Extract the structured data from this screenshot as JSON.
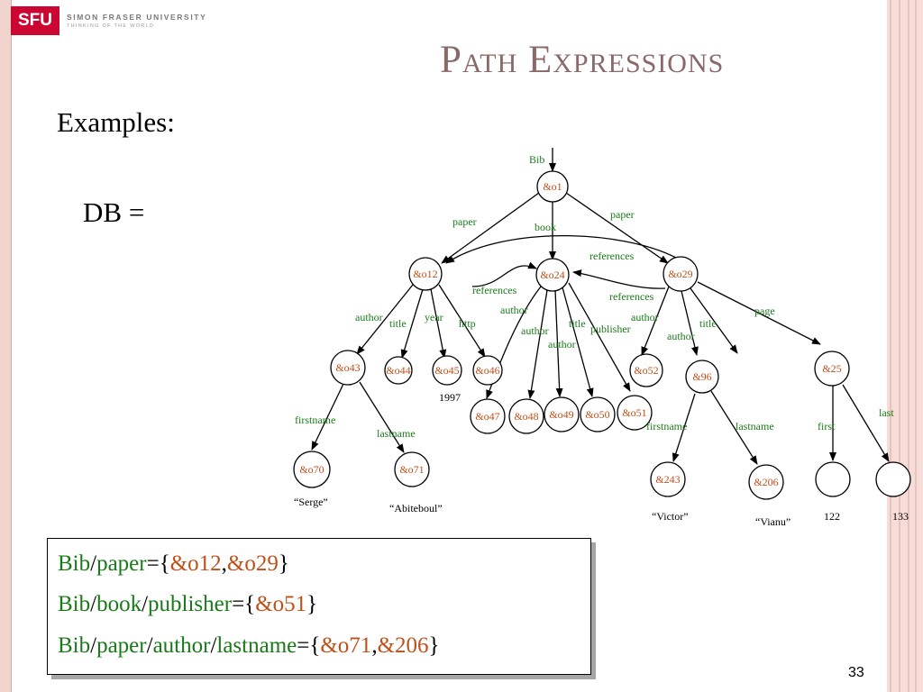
{
  "header": {
    "logo_mark": "SFU",
    "logo_line1": "SIMON FRASER UNIVERSITY",
    "logo_line2": "THINKING OF THE WORLD"
  },
  "title": "Path Expressions",
  "examples_label": "Examples:",
  "db_label": "DB =",
  "graph": {
    "root_label": "Bib",
    "nodes": [
      {
        "id": "o1",
        "label": "&o1"
      },
      {
        "id": "o12",
        "label": "&o12"
      },
      {
        "id": "o24",
        "label": "&o24"
      },
      {
        "id": "o29",
        "label": "&o29"
      },
      {
        "id": "o43",
        "label": "&o43"
      },
      {
        "id": "o44",
        "label": "&o44"
      },
      {
        "id": "o45",
        "label": "&o45"
      },
      {
        "id": "o46",
        "label": "&o46"
      },
      {
        "id": "o52",
        "label": "&o52"
      },
      {
        "id": "n96",
        "label": "&96"
      },
      {
        "id": "n25",
        "label": "&25"
      },
      {
        "id": "o47",
        "label": "&o47"
      },
      {
        "id": "o48",
        "label": "&o48"
      },
      {
        "id": "o49",
        "label": "&o49"
      },
      {
        "id": "o50",
        "label": "&o50"
      },
      {
        "id": "o51",
        "label": "&o51"
      },
      {
        "id": "o70",
        "label": "&o70"
      },
      {
        "id": "o71",
        "label": "&o71"
      },
      {
        "id": "n243",
        "label": "&243"
      },
      {
        "id": "n206",
        "label": "&206"
      },
      {
        "id": "leaf122",
        "label": ""
      },
      {
        "id": "leaf133",
        "label": ""
      }
    ],
    "edge_labels": [
      {
        "id": "paper1",
        "text": "paper"
      },
      {
        "id": "book",
        "text": "book"
      },
      {
        "id": "paper2",
        "text": "paper"
      },
      {
        "id": "ref1",
        "text": "references"
      },
      {
        "id": "ref2",
        "text": "references"
      },
      {
        "id": "ref3",
        "text": "references"
      },
      {
        "id": "author1",
        "text": "author"
      },
      {
        "id": "title1",
        "text": "title"
      },
      {
        "id": "year",
        "text": "year"
      },
      {
        "id": "http",
        "text": "http"
      },
      {
        "id": "author2",
        "text": "author"
      },
      {
        "id": "author3",
        "text": "author"
      },
      {
        "id": "author4",
        "text": "author"
      },
      {
        "id": "title2",
        "text": "title"
      },
      {
        "id": "publisher",
        "text": "publisher"
      },
      {
        "id": "author5",
        "text": "author"
      },
      {
        "id": "author6",
        "text": "author"
      },
      {
        "id": "title3",
        "text": "title"
      },
      {
        "id": "page",
        "text": "page"
      },
      {
        "id": "firstname1",
        "text": "firstname"
      },
      {
        "id": "lastname1",
        "text": "lastname"
      },
      {
        "id": "firstname2",
        "text": "firstname"
      },
      {
        "id": "lastname2",
        "text": "lastname"
      },
      {
        "id": "first",
        "text": "first"
      },
      {
        "id": "last",
        "text": "last"
      }
    ],
    "values": [
      {
        "id": "v1997",
        "text": "1997"
      },
      {
        "id": "vSerge",
        "text": "“Serge”"
      },
      {
        "id": "vAbiteboul",
        "text": "“Abiteboul”"
      },
      {
        "id": "vVictor",
        "text": "“Victor”"
      },
      {
        "id": "vVianu",
        "text": "“Vianu”"
      },
      {
        "id": "v122",
        "text": "122"
      },
      {
        "id": "v133",
        "text": "133"
      }
    ]
  },
  "results": {
    "line1": {
      "p1": "Bib",
      "s1": "/",
      "p2": "paper",
      "eq": "={",
      "r1": "&o12",
      "c1": ",",
      "r2": "&o29",
      "end": "}"
    },
    "line2": {
      "p1": "Bib",
      "s1": "/",
      "p2": "book",
      "s2": "/",
      "p3": "publisher",
      "eq": "={",
      "r1": "&o51",
      "end": "}"
    },
    "line3": {
      "p1": "Bib",
      "s1": "/",
      "p2": "paper",
      "s2": "/",
      "p3": "author",
      "s3": "/",
      "p4": "lastname",
      "eq": "={",
      "r1": "&o71",
      "c1": ",",
      "r2": "&206",
      "end": "}"
    }
  },
  "page_number": "33",
  "colors": {
    "label_green": "#1a7a1a",
    "oid_orange": "#c0501a",
    "title": "#8a6a68",
    "accent_red": "#cc0633"
  }
}
